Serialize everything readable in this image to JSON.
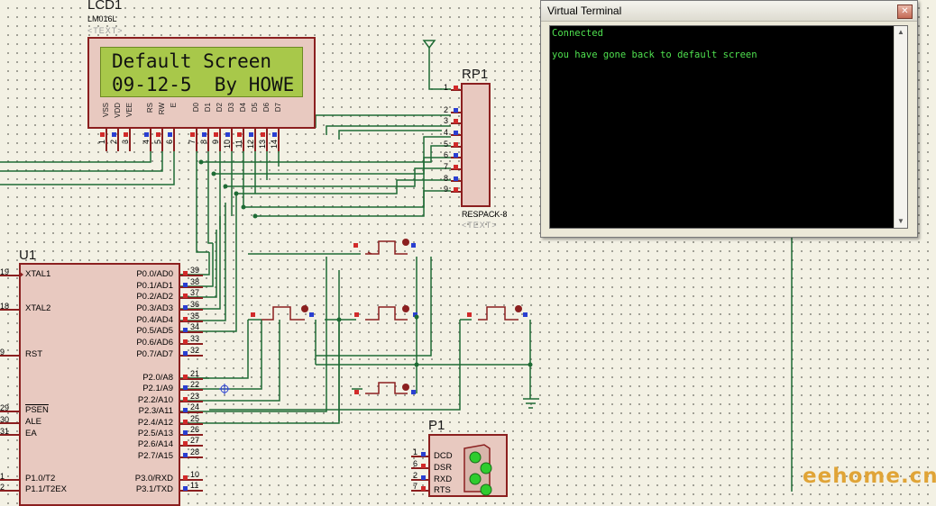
{
  "lcd": {
    "ref": "LCD1",
    "model": "LM016L",
    "text_placeholder": "<TEXT>",
    "line1": "Default Screen",
    "line2": "09-12-5  By HOWE",
    "pin_labels": [
      "VSS",
      "VDD",
      "VEE",
      "RS",
      "RW",
      "E",
      "D0",
      "D1",
      "D2",
      "D3",
      "D4",
      "D5",
      "D6",
      "D7"
    ],
    "pin_numbers": [
      "1",
      "2",
      "3",
      "4",
      "5",
      "6",
      "7",
      "8",
      "9",
      "10",
      "11",
      "12",
      "13",
      "14"
    ]
  },
  "u1": {
    "ref": "U1",
    "left_pins": [
      {
        "num": "19",
        "label": "XTAL1"
      },
      {
        "num": "18",
        "label": "XTAL2"
      },
      {
        "num": "9",
        "label": "RST"
      },
      {
        "num": "29",
        "label": "PSEN"
      },
      {
        "num": "30",
        "label": "ALE"
      },
      {
        "num": "31",
        "label": "EA"
      },
      {
        "num": "1",
        "label": "P1.0/T2"
      },
      {
        "num": "2",
        "label": "P1.1/T2EX"
      }
    ],
    "right_pins": [
      {
        "num": "39",
        "label": "P0.0/AD0"
      },
      {
        "num": "38",
        "label": "P0.1/AD1"
      },
      {
        "num": "37",
        "label": "P0.2/AD2"
      },
      {
        "num": "36",
        "label": "P0.3/AD3"
      },
      {
        "num": "35",
        "label": "P0.4/AD4"
      },
      {
        "num": "34",
        "label": "P0.5/AD5"
      },
      {
        "num": "33",
        "label": "P0.6/AD6"
      },
      {
        "num": "32",
        "label": "P0.7/AD7"
      },
      {
        "num": "21",
        "label": "P2.0/A8"
      },
      {
        "num": "22",
        "label": "P2.1/A9"
      },
      {
        "num": "23",
        "label": "P2.2/A10"
      },
      {
        "num": "24",
        "label": "P2.3/A11"
      },
      {
        "num": "25",
        "label": "P2.4/A12"
      },
      {
        "num": "26",
        "label": "P2.5/A13"
      },
      {
        "num": "27",
        "label": "P2.6/A14"
      },
      {
        "num": "28",
        "label": "P2.7/A15"
      },
      {
        "num": "10",
        "label": "P3.0/RXD"
      },
      {
        "num": "11",
        "label": "P3.1/TXD"
      }
    ]
  },
  "rp1": {
    "ref": "RP1",
    "model": "RESPACK-8",
    "text_placeholder": "<TEXT>",
    "pins": [
      "1",
      "2",
      "3",
      "4",
      "5",
      "6",
      "7",
      "8",
      "9"
    ]
  },
  "p1": {
    "ref": "P1",
    "pins": [
      {
        "num": "1",
        "label": "DCD"
      },
      {
        "num": "6",
        "label": "DSR"
      },
      {
        "num": "2",
        "label": "RXD"
      },
      {
        "num": "7",
        "label": "RTS"
      }
    ]
  },
  "terminal": {
    "title": "Virtual Terminal",
    "close_glyph": "✕",
    "lines": [
      "Connected",
      "",
      "you have gone back to default screen"
    ],
    "text_color": "#4fe04f"
  },
  "watermark": "eehome.cn",
  "colors": {
    "wire": "#1e6b34",
    "component_border": "#8b1f1f",
    "component_fill": "#e8c9c0",
    "pin_red": "#d12a2a",
    "pin_blue": "#2a3fd1"
  }
}
